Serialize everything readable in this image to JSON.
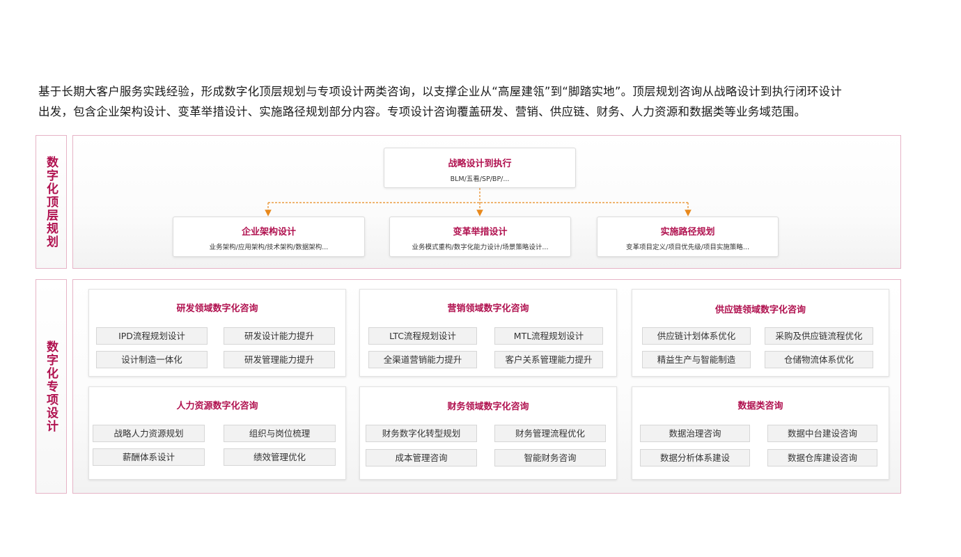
{
  "intro_lines": [
    "基于长期大客户服务实践经验，形成数字化顶层规划与专项设计两类咨询，以支撑企业从“高屋建瓴”到“脚踏实地”。顶层规划咨询从战略设计到执行闭环设计",
    "出发，包含企业架构设计、变革举措设计、实施路径规划部分内容。专项设计咨询覆盖研发、营销、供应链、财务、人力资源和数据类等业务域范围。"
  ],
  "top_section": {
    "label": "数字化顶层规划",
    "root": {
      "title": "战略设计到执行",
      "subtitle": "BLM/五看/SP/BP/..."
    },
    "children": [
      {
        "title": "企业架构设计",
        "subtitle": "业务架构/应用架构/技术架构/数据架构..."
      },
      {
        "title": "变革举措设计",
        "subtitle": "业务模式重构/数字化能力设计/场景策略设计..."
      },
      {
        "title": "实施路径规划",
        "subtitle": "变革项目定义/项目优先级/项目实施策略..."
      }
    ]
  },
  "bottom_section": {
    "label": "数字化专项设计",
    "domains": [
      {
        "title": "研发领域数字化咨询",
        "items": [
          "IPD流程规划设计",
          "研发设计能力提升",
          "设计制造一体化",
          "研发管理能力提升"
        ]
      },
      {
        "title": "营销领域数字化咨询",
        "items": [
          "LTC流程规划设计",
          "MTL流程规划设计",
          "全渠道营销能力提升",
          "客户关系管理能力提升"
        ]
      },
      {
        "title": "供应链领域数字化咨询",
        "items": [
          "供应链计划体系优化",
          "采购及供应链流程优化",
          "精益生产与智能制造",
          "仓储物流体系优化"
        ]
      },
      {
        "title": "人力资源数字化咨询",
        "items": [
          "战略人力资源规划",
          "组织与岗位梳理",
          "薪酬体系设计",
          "绩效管理优化"
        ]
      },
      {
        "title": "财务领域数字化咨询",
        "items": [
          "财务数字化转型规划",
          "财务管理流程优化",
          "成本管理咨询",
          "智能财务咨询"
        ]
      },
      {
        "title": "数据类咨询",
        "items": [
          "数据治理咨询",
          "数据中台建设咨询",
          "数据分析体系建设",
          "数据仓库建设咨询"
        ]
      }
    ]
  },
  "colors": {
    "accent": "#b0114f",
    "connector": "#e8891d",
    "border": "#e6b3c6"
  }
}
